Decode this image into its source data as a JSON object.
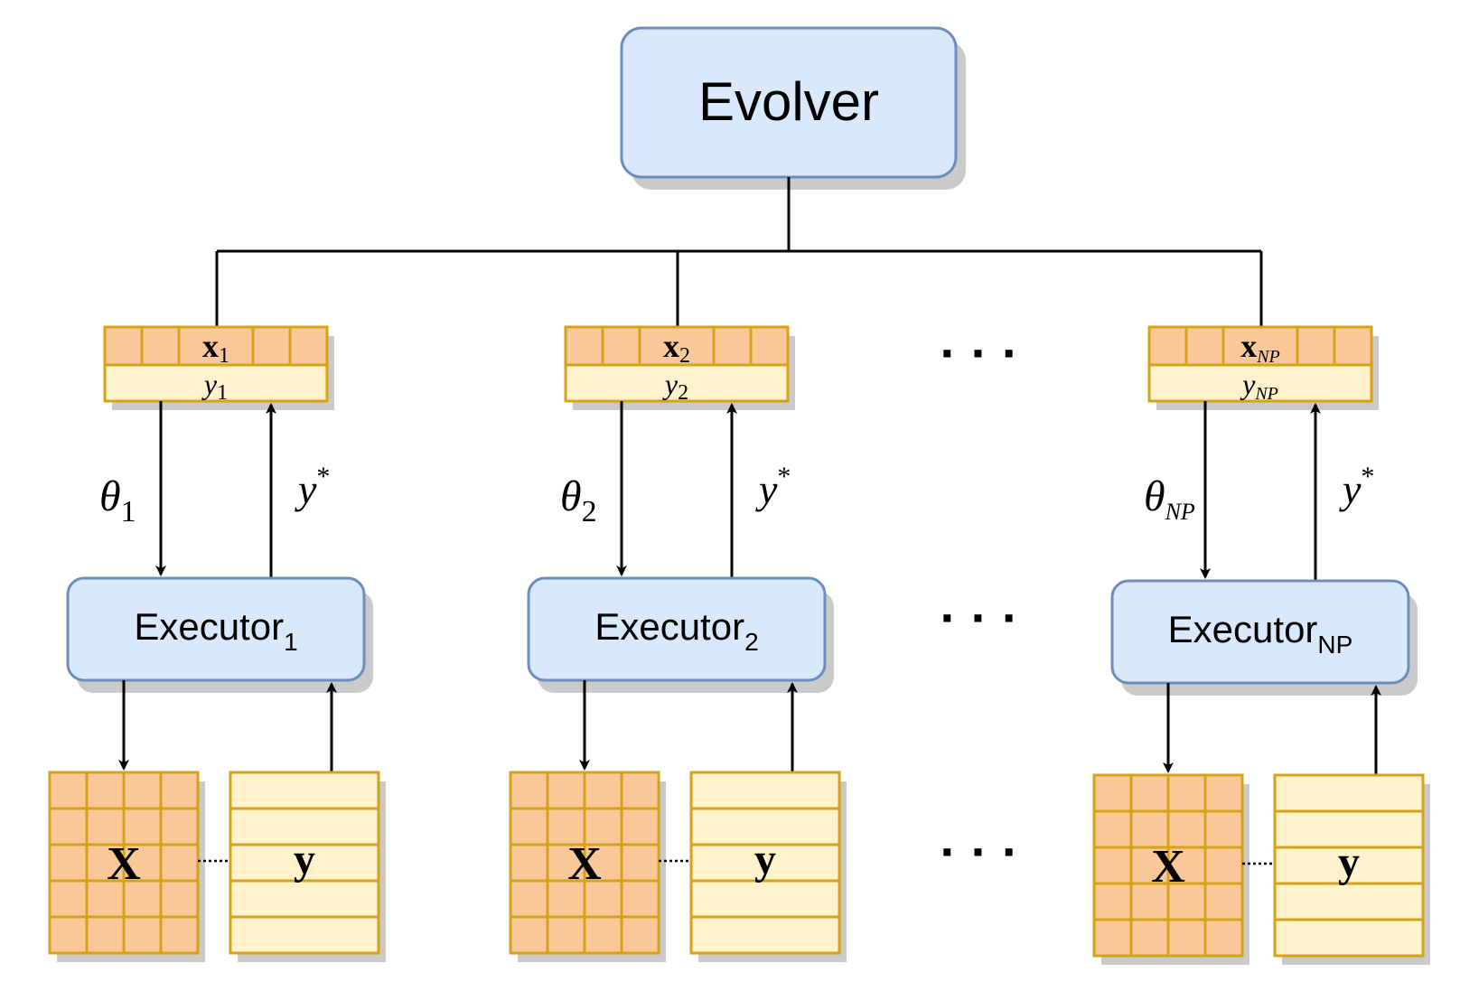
{
  "evolver": {
    "label": "Evolver"
  },
  "columns": [
    {
      "vec_base": "x",
      "vec_sub": "1",
      "fit_base": "y",
      "fit_sub": "1",
      "param_base": "θ",
      "param_sub": "1",
      "ret_base": "y",
      "ret_sup": "*",
      "exec_base": "Executor",
      "exec_sub": "1",
      "X_label": "X",
      "y_label": "y"
    },
    {
      "vec_base": "x",
      "vec_sub": "2",
      "fit_base": "y",
      "fit_sub": "2",
      "param_base": "θ",
      "param_sub": "2",
      "ret_base": "y",
      "ret_sup": "*",
      "exec_base": "Executor",
      "exec_sub": "2",
      "X_label": "X",
      "y_label": "y"
    },
    {
      "vec_base": "x",
      "vec_sub": "NP",
      "fit_base": "y",
      "fit_sub": "NP",
      "param_base": "θ",
      "param_sub": "NP",
      "ret_base": "y",
      "ret_sup": "*",
      "exec_base": "Executor",
      "exec_sub": "NP",
      "X_label": "X",
      "y_label": "y"
    }
  ],
  "ellipsis": "· · ·"
}
